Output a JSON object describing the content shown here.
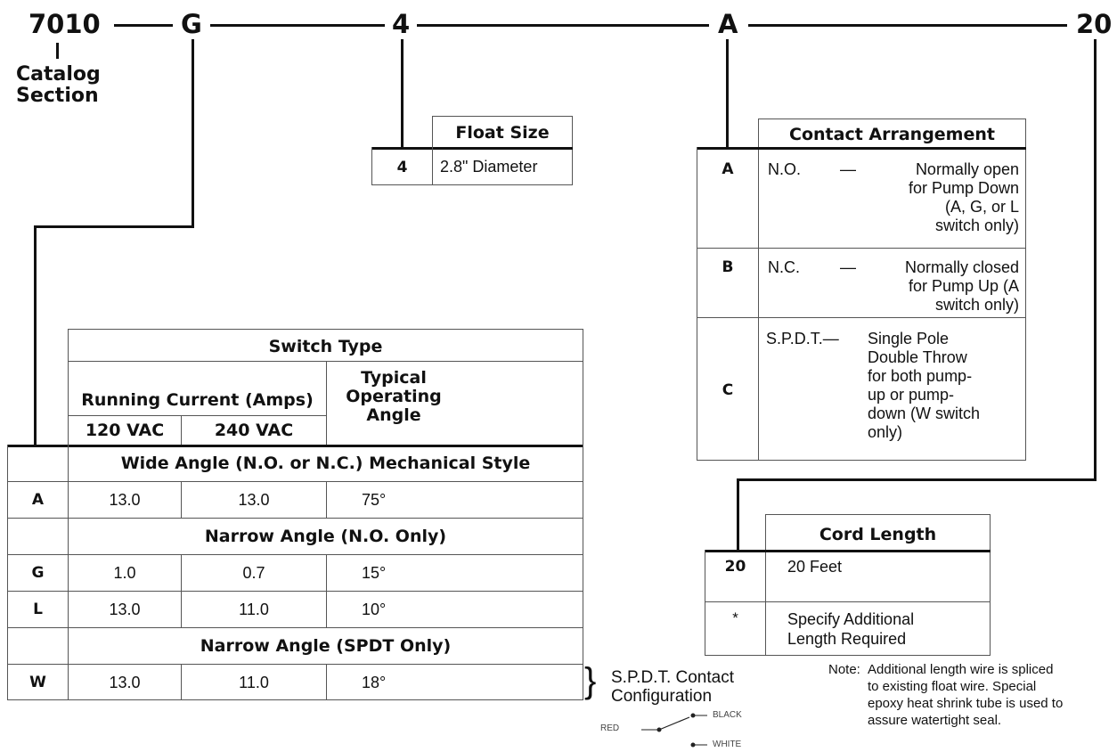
{
  "model_code": {
    "catalog": "7010",
    "switch": "G",
    "float": "4",
    "contact": "A",
    "cord": "20"
  },
  "catalog_label": "Catalog\nSection",
  "float_size": {
    "header": "Float Size",
    "rows": [
      {
        "code": "4",
        "desc": "2.8\" Diameter"
      }
    ]
  },
  "contact_arrangement": {
    "header": "Contact Arrangement",
    "rows": [
      {
        "code": "A",
        "abbr": "N.O.",
        "dash": "—",
        "desc": "Normally open\nfor Pump Down\n(A, G, or L\nswitch only)"
      },
      {
        "code": "B",
        "abbr": "N.C.",
        "dash": "—",
        "desc": "Normally closed\nfor Pump Up (A\nswitch only)"
      },
      {
        "code": "C",
        "abbr": "S.P.D.T.—",
        "desc": "Single Pole\nDouble Throw\nfor both pump-\nup or pump-\ndown (W switch\nonly)"
      }
    ]
  },
  "switch_type": {
    "header": "Switch Type",
    "running_current": "Running Current (Amps)",
    "col_120": "120 VAC",
    "col_240": "240 VAC",
    "angle_header": "Typical\nOperating\nAngle",
    "groups": [
      {
        "title": "Wide Angle (N.O. or N.C.) Mechanical Style",
        "rows": [
          {
            "code": "A",
            "v120": "13.0",
            "v240": "13.0",
            "angle": "75°"
          }
        ]
      },
      {
        "title": "Narrow Angle (N.O. Only)",
        "rows": [
          {
            "code": "G",
            "v120": "1.0",
            "v240": "0.7",
            "angle": "15°"
          },
          {
            "code": "L",
            "v120": "13.0",
            "v240": "11.0",
            "angle": "10°"
          }
        ]
      },
      {
        "title": "Narrow Angle (SPDT Only)",
        "rows": [
          {
            "code": "W",
            "v120": "13.0",
            "v240": "11.0",
            "angle": "18°"
          }
        ]
      }
    ]
  },
  "cord_length": {
    "header": "Cord Length",
    "rows": [
      {
        "code": "20",
        "desc": "20 Feet"
      },
      {
        "code": "*",
        "desc": "Specify Additional\nLength Required"
      }
    ]
  },
  "spdt": {
    "brace": "}",
    "label": "S.P.D.T. Contact\nConfiguration",
    "red": "RED",
    "black": "BLACK",
    "white": "WHITE"
  },
  "note": {
    "prefix": "Note:",
    "text": "Additional length wire is spliced\nto existing float wire. Special\nepoxy heat shrink tube is used to\nassure watertight seal."
  }
}
